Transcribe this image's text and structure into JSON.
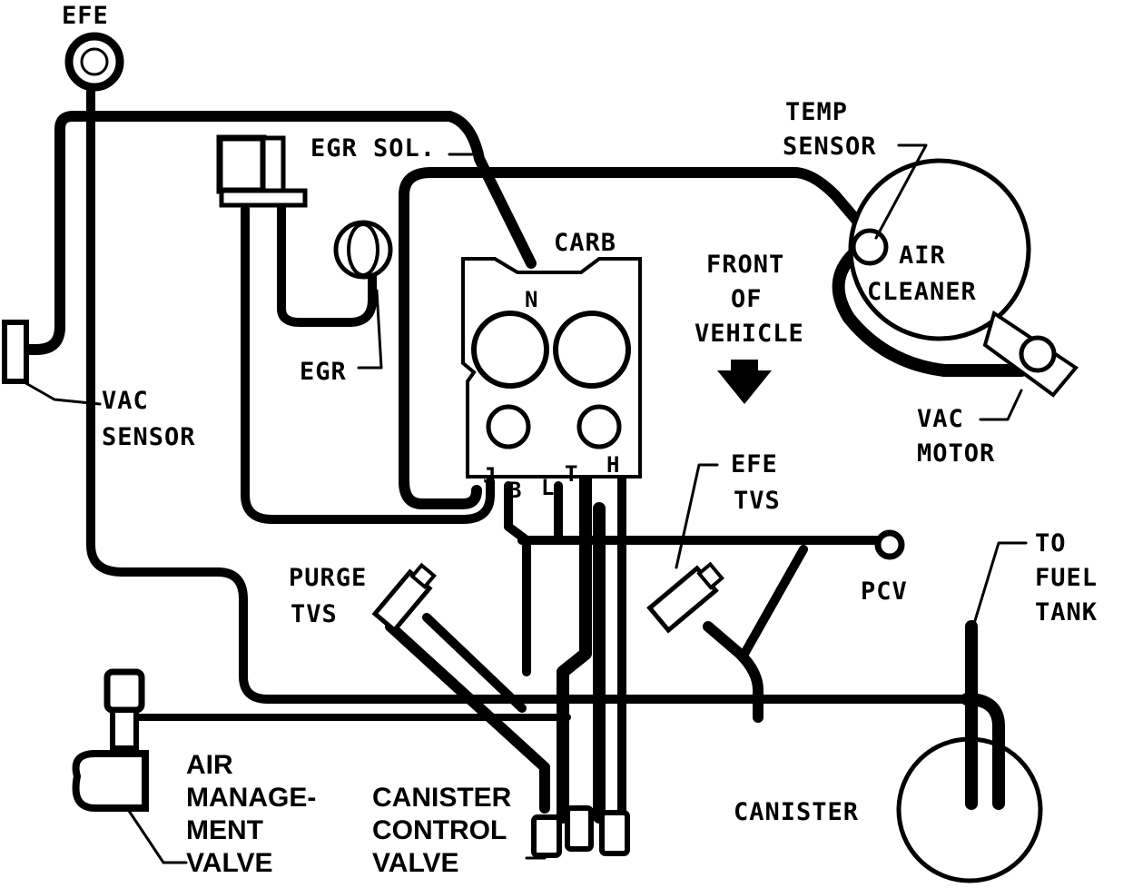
{
  "labels": {
    "efe": "EFE",
    "egr_sol": "EGR SOL.",
    "carb": "CARB",
    "temp_sensor_1": "TEMP",
    "temp_sensor_2": "SENSOR",
    "air_cleaner_1": "AIR",
    "air_cleaner_2": "CLEANER",
    "front_1": "FRONT",
    "front_2": "OF",
    "front_3": "VEHICLE",
    "egr": "EGR",
    "vac_sensor_1": "VAC",
    "vac_sensor_2": "SENSOR",
    "vac_motor_1": "VAC",
    "vac_motor_2": "MOTOR",
    "efe_tvs_1": "EFE",
    "efe_tvs_2": "TVS",
    "purge_tvs_1": "PURGE",
    "purge_tvs_2": "TVS",
    "pcv": "PCV",
    "to_fuel_tank_1": "TO",
    "to_fuel_tank_2": "FUEL",
    "to_fuel_tank_3": "TANK",
    "amv_1": "AIR",
    "amv_2": "MANAGE-",
    "amv_3": "MENT",
    "amv_4": "VALVE",
    "ccv_1": "CANISTER",
    "ccv_2": "CONTROL",
    "ccv_3": "VALVE",
    "canister": "CANISTER"
  },
  "ports": {
    "n": "N",
    "j": "J",
    "b": "B",
    "l": "L",
    "t": "T",
    "h": "H"
  }
}
